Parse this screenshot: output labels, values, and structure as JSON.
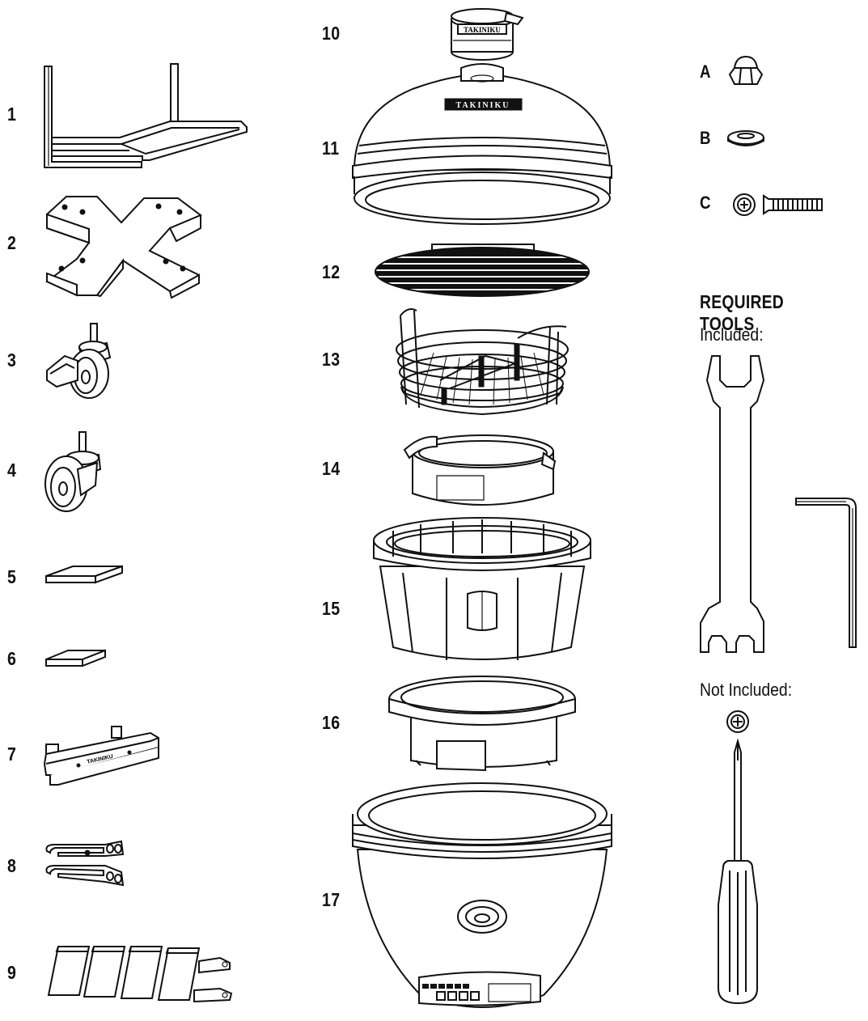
{
  "part_numbers": {
    "p1": "1",
    "p2": "2",
    "p3": "3",
    "p4": "4",
    "p5": "5",
    "p6": "6",
    "p7": "7",
    "p8": "8",
    "p9": "9",
    "p10": "10",
    "p11": "11",
    "p12": "12",
    "p13": "13",
    "p14": "14",
    "p15": "15",
    "p16": "16",
    "p17": "17"
  },
  "hardware": {
    "a": "A",
    "b": "B",
    "c": "C"
  },
  "tools": {
    "title": "REQUIRED TOOLS",
    "included_label": "Included:",
    "not_included_label": "Not Included:"
  },
  "brand": {
    "emblem_text": "TAKINIKU",
    "dome_text": "TAKINIKU",
    "handle_text": "TAKINIKU"
  }
}
